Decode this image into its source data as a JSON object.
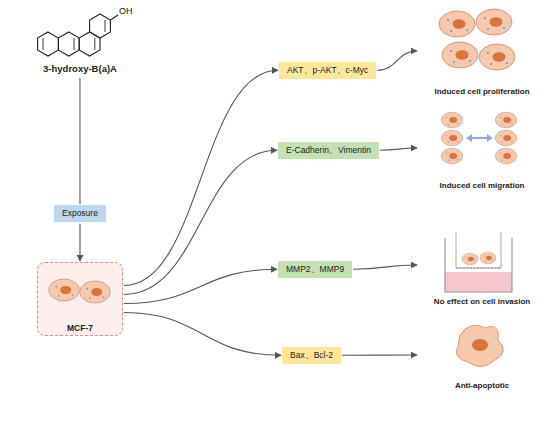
{
  "diagram": {
    "nodes": [
      {
        "text": [
          "3-hydroxy-B(a)A"
        ]
      },
      {
        "text": [
          "Exposure"
        ]
      },
      {
        "text": [
          "MCF-7"
        ]
      },
      {
        "text": [
          "AKT、p-AKT、c-Myc"
        ]
      },
      {
        "text": [
          "E-Cadherin、Vimentin"
        ]
      },
      {
        "text": [
          "MMP2、MMP9"
        ]
      },
      {
        "text": [
          "Bax、Bcl-2"
        ]
      },
      {
        "text": [
          "Induced cell proliferation"
        ]
      },
      {
        "text": [
          "Induced cell migration"
        ]
      },
      {
        "text": [
          "No effect on cell invasion"
        ]
      },
      {
        "text": [
          "Anti-apoptotic"
        ]
      }
    ],
    "edges": [
      {
        "from": 0,
        "to": 1,
        "arrow": "none"
      },
      {
        "from": 1,
        "to": 2,
        "arrow": "to"
      },
      {
        "from": 2,
        "to": 3,
        "arrow": "to"
      },
      {
        "from": 2,
        "to": 4,
        "arrow": "to"
      },
      {
        "from": 2,
        "to": 5,
        "arrow": "to"
      },
      {
        "from": 2,
        "to": 6,
        "arrow": "to"
      },
      {
        "from": 3,
        "to": 7,
        "arrow": "to"
      },
      {
        "from": 4,
        "to": 8,
        "arrow": "to"
      },
      {
        "from": 5,
        "to": 9,
        "arrow": "to"
      },
      {
        "from": 6,
        "to": 10,
        "arrow": "to"
      }
    ],
    "labels": [
      "OH"
    ]
  }
}
